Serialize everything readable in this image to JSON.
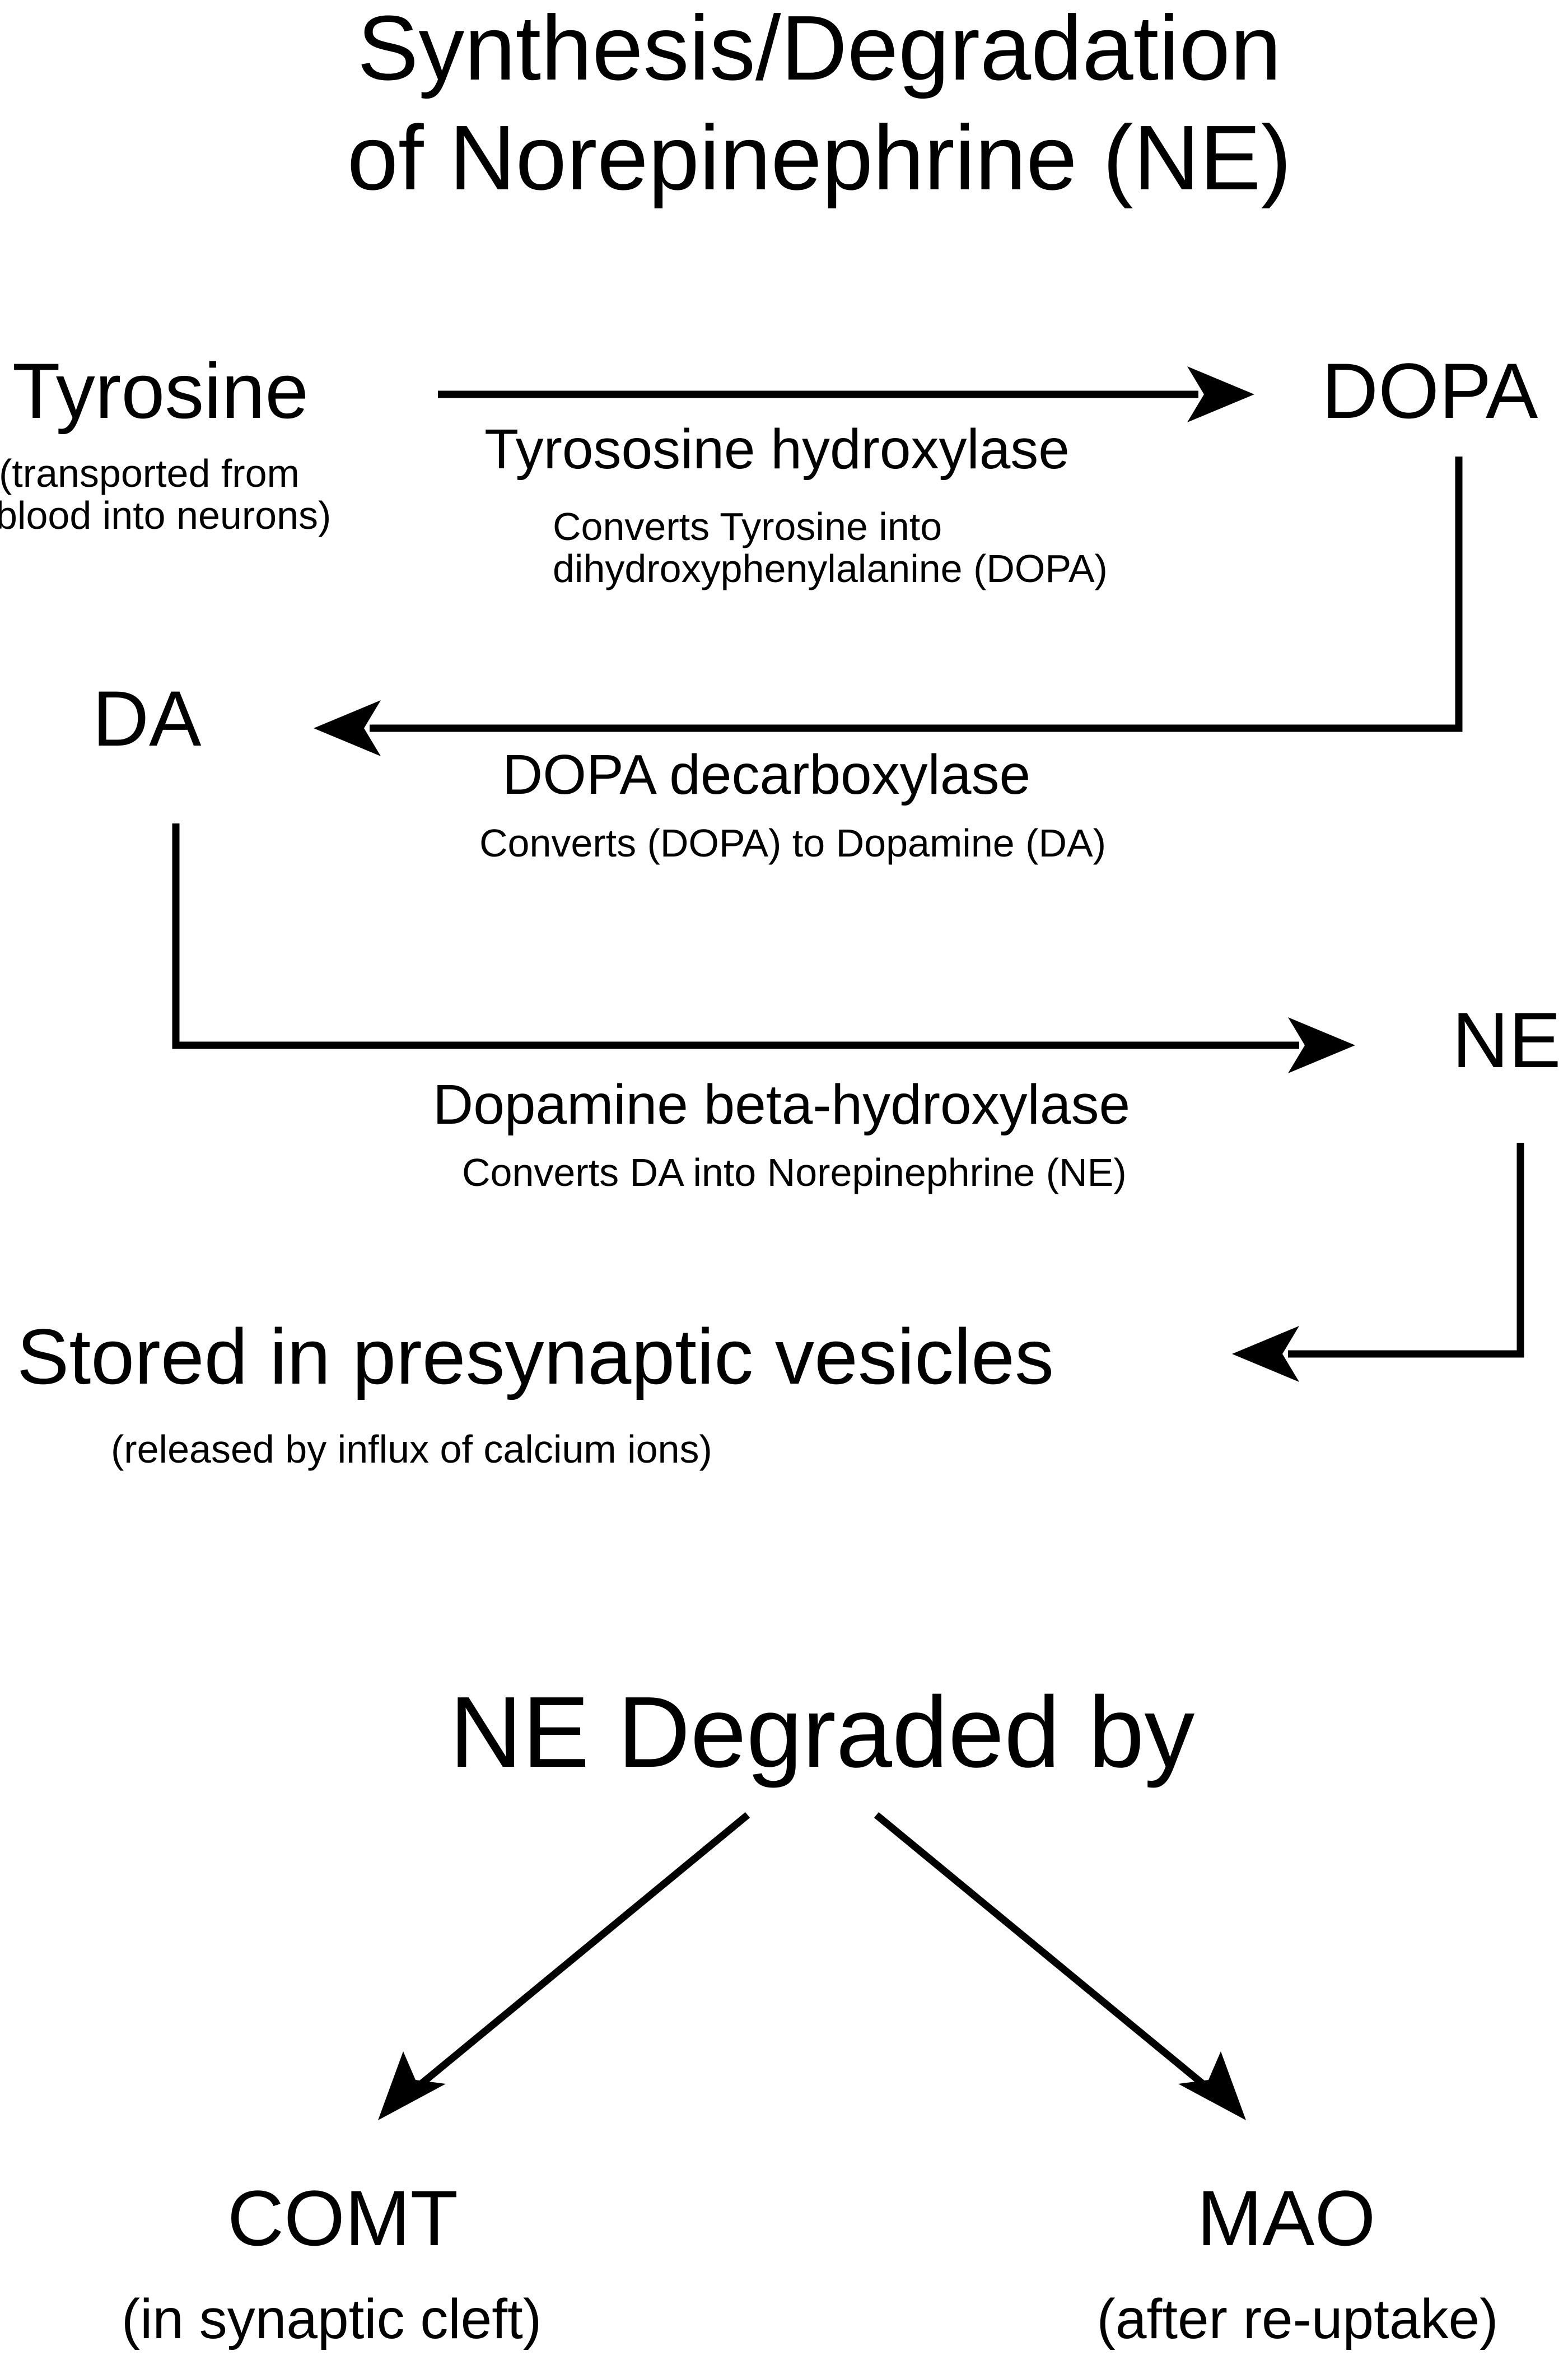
{
  "title": {
    "line1": "Synthesis/Degradation",
    "line2": "of Norepinephrine (NE)"
  },
  "synthesis": {
    "tyrosine": {
      "label": "Tyrosine",
      "note_line1": "(transported from",
      "note_line2": "blood into neurons)"
    },
    "dopa": {
      "label": "DOPA"
    },
    "da": {
      "label": "DA"
    },
    "ne": {
      "label": "NE"
    },
    "step1": {
      "enzyme": "Tyrososine hydroxylase",
      "desc_line1": "Converts Tyrosine into",
      "desc_line2": "dihydroxyphenylalanine (DOPA)"
    },
    "step2": {
      "enzyme": "DOPA decarboxylase",
      "desc": "Converts (DOPA) to Dopamine (DA)"
    },
    "step3": {
      "enzyme": "Dopamine beta-hydroxylase",
      "desc": "Converts DA into Norepinephrine (NE)"
    },
    "storage": {
      "label": "Stored in presynaptic vesicles",
      "note": "(released by influx of calcium ions)"
    }
  },
  "degradation": {
    "title": "NE Degraded by",
    "comt": {
      "label": "COMT",
      "note": "(in synaptic cleft)"
    },
    "mao": {
      "label": "MAO",
      "note": "(after re-uptake)"
    }
  },
  "colors": {
    "ink": "#000000",
    "background": "#ffffff"
  }
}
